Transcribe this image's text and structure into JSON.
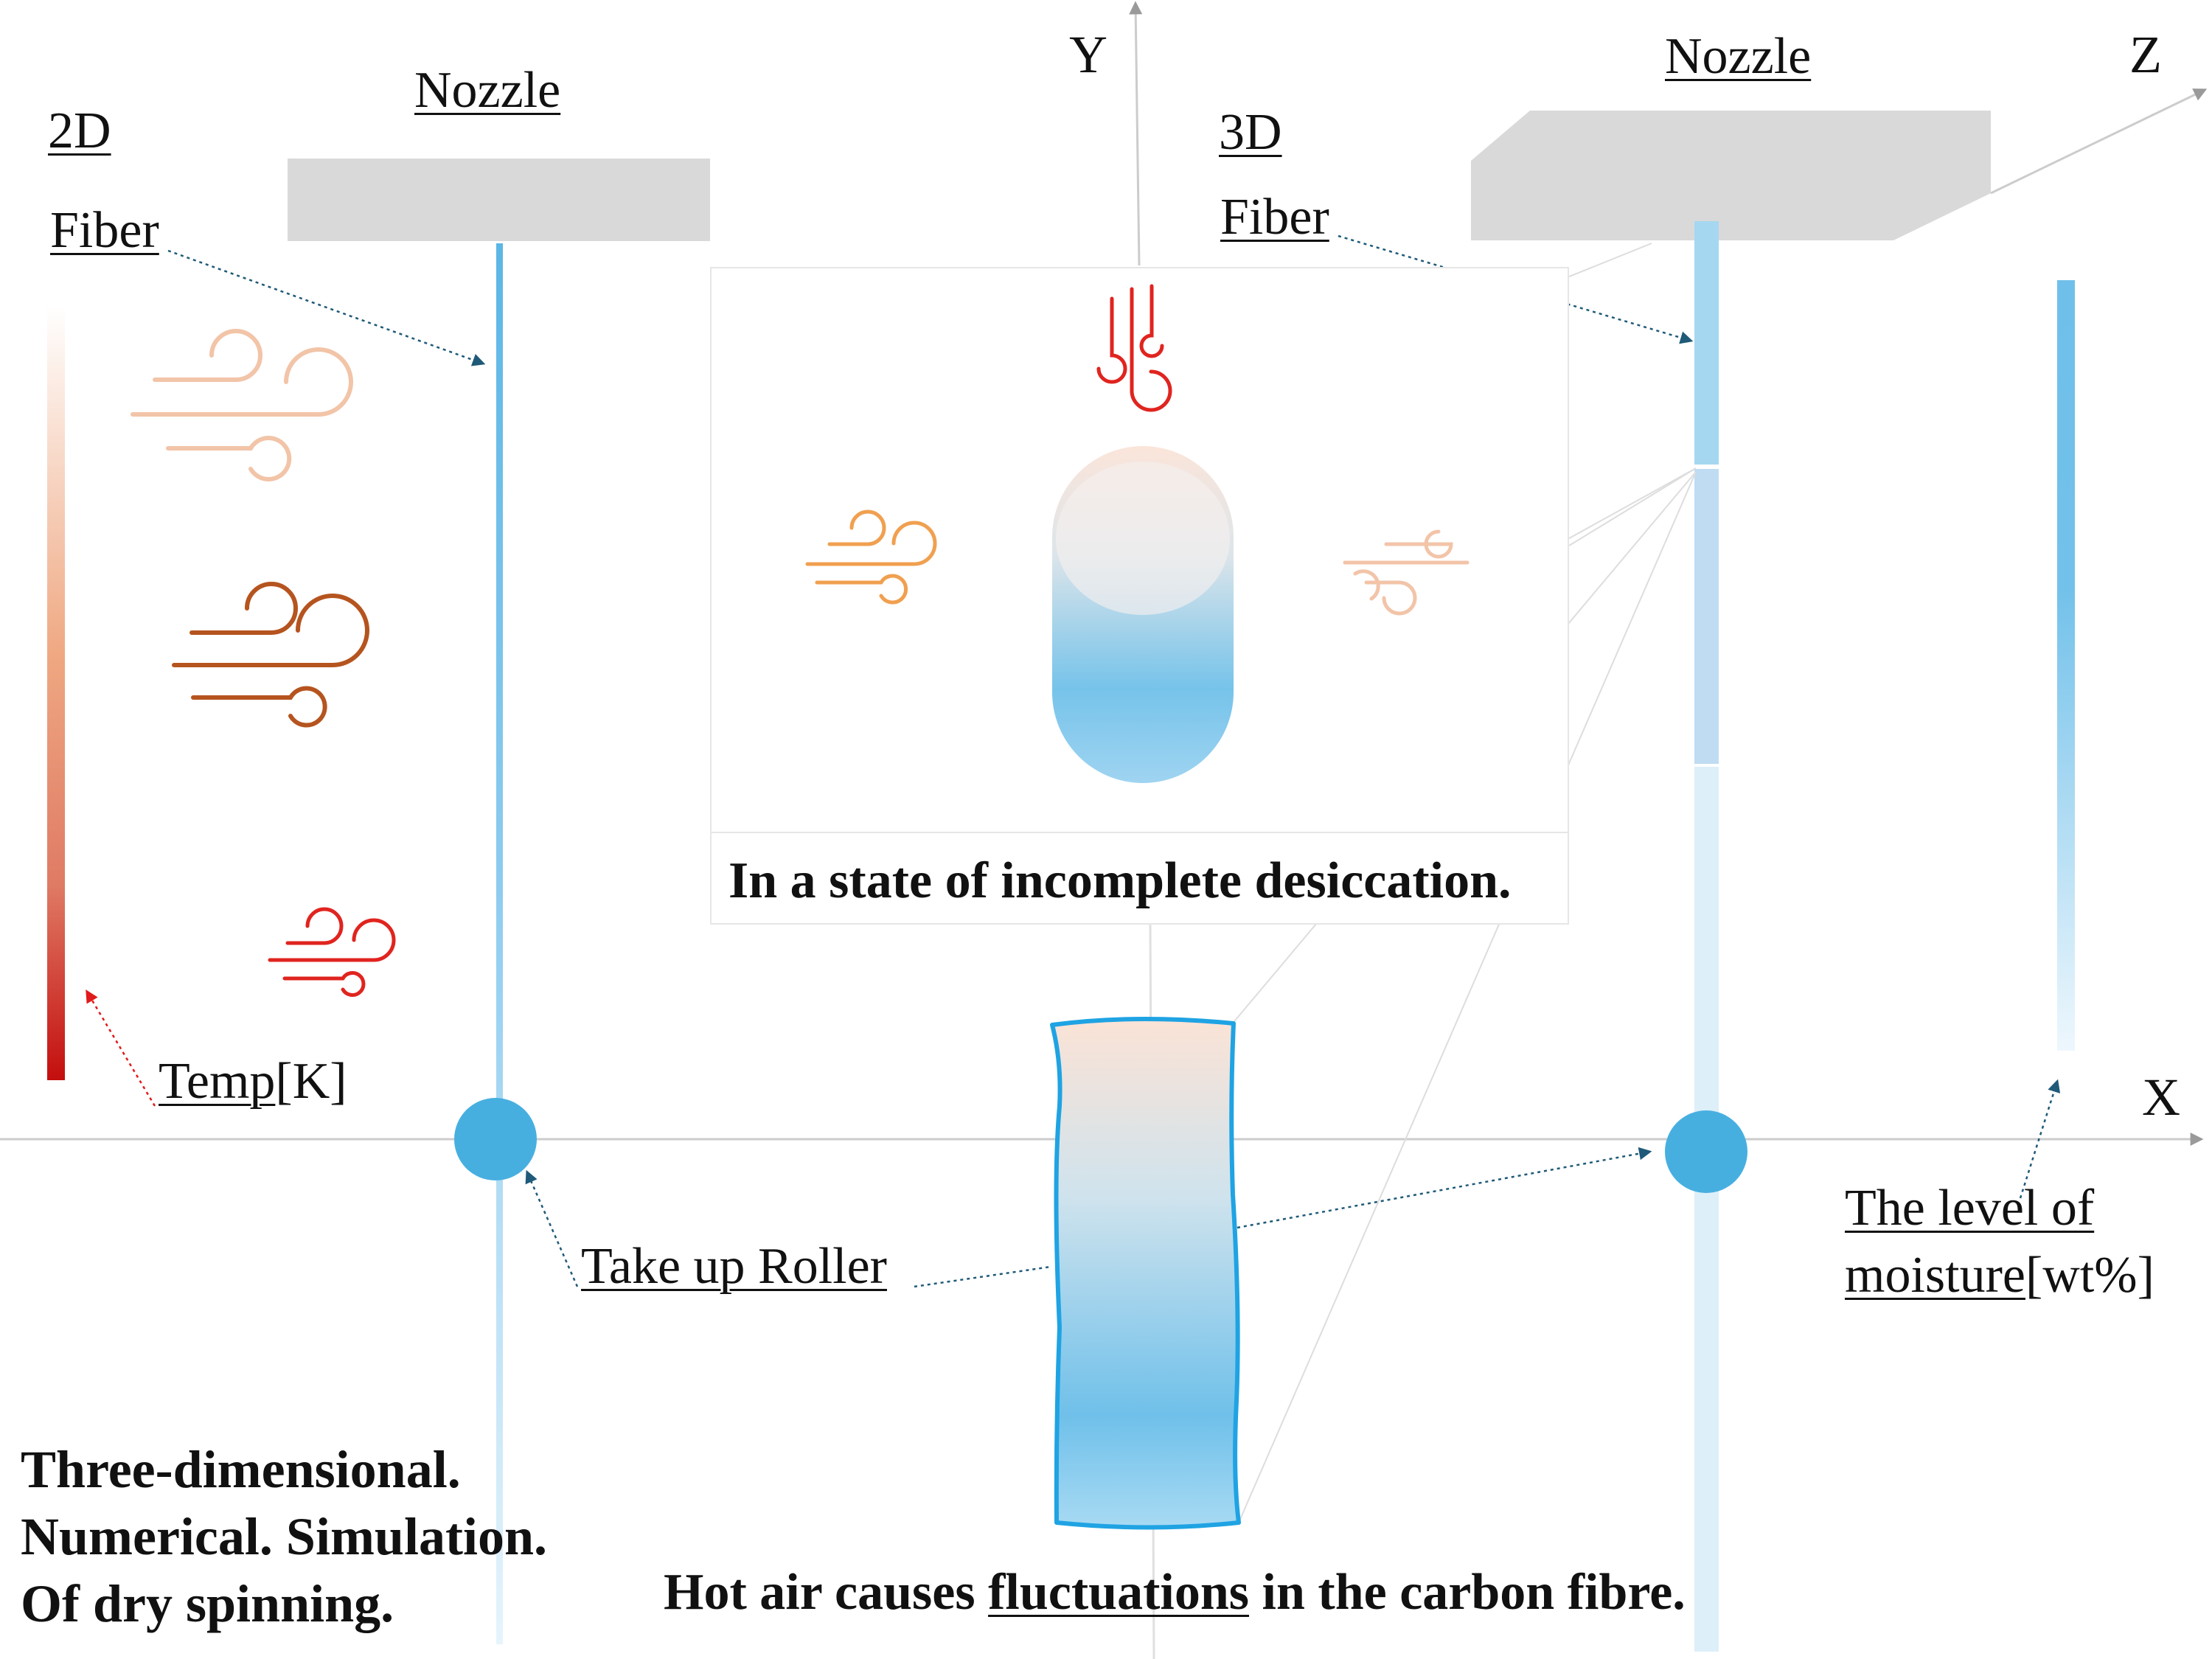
{
  "axes": {
    "x_label": "X",
    "y_label": "Y",
    "z_label": "Z"
  },
  "left_panel": {
    "mode_label": "2D",
    "fiber_label": "Fiber",
    "nozzle_label": "Nozzle",
    "temp_label_underlined": "Temp",
    "temp_label_unit": "[K]",
    "roller_label": "Take up Roller"
  },
  "right_panel": {
    "mode_label": "3D",
    "fiber_label": "Fiber",
    "nozzle_label": "Nozzle",
    "moisture_label_line1": "The level of",
    "moisture_label_line2_underlined": "moisture",
    "moisture_label_line2_unit": "[wt%]"
  },
  "inset": {
    "caption": "In a state of incomplete desiccation."
  },
  "bottom": {
    "statement_before": "Hot air causes ",
    "statement_underlined": "fluctuations",
    "statement_after": " in the carbon fibre.",
    "title_lines": [
      "Three-dimensional.",
      "Numerical. Simulation.",
      "Of dry spinning."
    ]
  },
  "colors": {
    "hot_red": "#cc1f1f",
    "warm_orange": "#e8934a",
    "dark_orange": "#b5541f",
    "pale_peach": "#f2c4a8",
    "fiber_blue": "#4aaee0",
    "roller_blue": "#47afe0",
    "nozzle_gray": "#d9d9d9",
    "arrow_navy": "#1f5a78"
  },
  "icons": [
    "wind-icon",
    "heat-rising-icon",
    "roller-icon",
    "arrow-icon"
  ]
}
